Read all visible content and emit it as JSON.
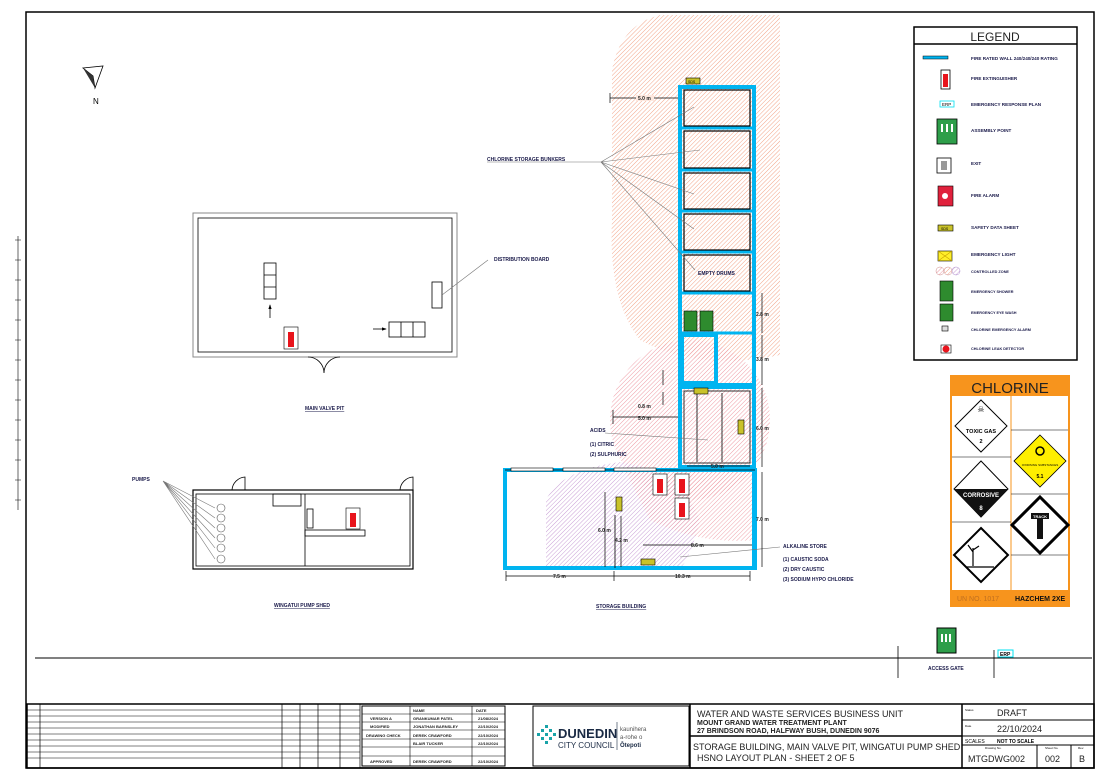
{
  "compass": {
    "north_label": "N"
  },
  "legend": {
    "title": "LEGEND",
    "items": [
      {
        "icon": "fire-rated-wall",
        "label": "FIRE RATED WALL 240/240/240 RATING"
      },
      {
        "icon": "fire-extinguisher",
        "label": "FIRE EXTINGUISHER"
      },
      {
        "icon": "erp",
        "label": "EMERGENCY RESPONSE PLAN",
        "icon_text": "ERP"
      },
      {
        "icon": "assembly-point",
        "label": "ASSEMBLY POINT"
      },
      {
        "icon": "exit",
        "label": "EXIT"
      },
      {
        "icon": "fire-alarm",
        "label": "FIRE ALARM"
      },
      {
        "icon": "safety-data-sheet",
        "label": "SAFETY DATA SHEET",
        "icon_text": "SDS"
      },
      {
        "icon": "emergency-light",
        "label": "EMERGENCY LIGHT"
      },
      {
        "icon": "controlled-zone",
        "label": "CONTROLLED ZONE"
      },
      {
        "icon": "emergency-shower",
        "label": "EMERGENCY SHOWER"
      },
      {
        "icon": "emergency-eye-wash",
        "label": "EMERGENCY EYE WASH"
      },
      {
        "icon": "chlorine-alarm",
        "label": "CHLORINE EMERGENCY ALARM"
      },
      {
        "icon": "chlorine-leak-detector",
        "label": "CHLORINE LEAK DETECTOR"
      }
    ]
  },
  "placard": {
    "title": "CHLORINE",
    "toxic_gas": "TOXIC GAS",
    "toxic_class": "2",
    "oxidising": "OXIDISING SUBSTANCES",
    "oxidising_class": "5.1",
    "corrosive": "CORROSIVE",
    "corrosive_class": "8",
    "track": "TRACK",
    "un_no": "UN NO. 1017",
    "hazchem": "HAZCHEM 2XE"
  },
  "drawing": {
    "chlorine_bunkers": "CHLORINE STORAGE BUNKERS",
    "empty_drums": "EMPTY DRUMS",
    "distribution_board": "DISTRIBUTION BOARD",
    "main_valve_pit": "MAIN VALVE PIT",
    "pumps": "PUMPS",
    "wingatui_pump_shed": "WINGATUI PUMP SHED",
    "storage_building": "STORAGE BUILDING",
    "acids": "ACIDS",
    "acid_1": "(1) CITRIC",
    "acid_2": "(2) SULPHURIC",
    "alkaline_store": "ALKALINE STORE",
    "alk_1": "(1) CAUSTIC SODA",
    "alk_2": "(2) DRY CAUSTIC",
    "alk_3": "(3) SODIUM HYPO CHLORIDE",
    "access_gate": "ACCESS GATE",
    "erp": "ERP",
    "sds": "SDS",
    "dims": {
      "bunker_width": "5.0 m",
      "d_2_8": "2.8 m",
      "d_3_8": "3.8 m",
      "d_0_8": "0.8 m",
      "d_5_0b": "5.0 m",
      "d_6_0": "6.0 m",
      "d_5_0c": "5.0 m",
      "d_7_0": "7.0 m",
      "d_6_0b": "6.0 m",
      "d_4_2": "4.2 m",
      "d_8_6": "8.6 m",
      "d_7_5": "7.5 m",
      "d_10_3": "10.3 m"
    }
  },
  "title_block": {
    "signoff": {
      "header_name": "NAME",
      "header_date": "DATE",
      "rows": [
        {
          "role": "VERSION A",
          "name": "GRANKUMAR PATEL",
          "date": "21/08/2024"
        },
        {
          "role": "MODIFIED",
          "name": "JONATHAN BARNSLEY",
          "date": "22/10/2024"
        },
        {
          "role": "DRAWING CHECK",
          "name": "DEREK CRAWFORD",
          "date": "22/10/2024"
        },
        {
          "role": "",
          "name": "BLAIR TUCKER",
          "date": "22/10/2024"
        },
        {
          "role": "",
          "name": "",
          "date": ""
        },
        {
          "role": "APPROVED",
          "name": "DEREK CRAWFORD",
          "date": "22/10/2024"
        }
      ]
    },
    "logo": {
      "name1": "DUNEDIN",
      "name2": "CITY COUNCIL",
      "maori1": "kaunihera",
      "maori2": "a-rohe o",
      "maori3": "Ōtepoti"
    },
    "org": "WATER AND WASTE SERVICES BUSINESS UNIT",
    "plant": "MOUNT GRAND WATER TREATMENT PLANT",
    "address": "27 BRINDSON ROAD, HALFWAY BUSH, DUNEDIN 9076",
    "title1": "STORAGE BUILDING, MAIN VALVE PIT, WINGATUI PUMP SHED",
    "title2": "HSNO LAYOUT PLAN - SHEET 2 OF 5",
    "status_label": "Status",
    "status": "DRAFT",
    "date_label": "Date",
    "date": "22/10/2024",
    "scales_label": "SCALES",
    "scale": "NOT TO SCALE",
    "drawing_no_label": "Drawing No.",
    "drawing_no": "MTGDWG002",
    "sheet_label": "Sheet No.",
    "sheet": "002",
    "rev_label": "Rev.",
    "rev": "B"
  }
}
